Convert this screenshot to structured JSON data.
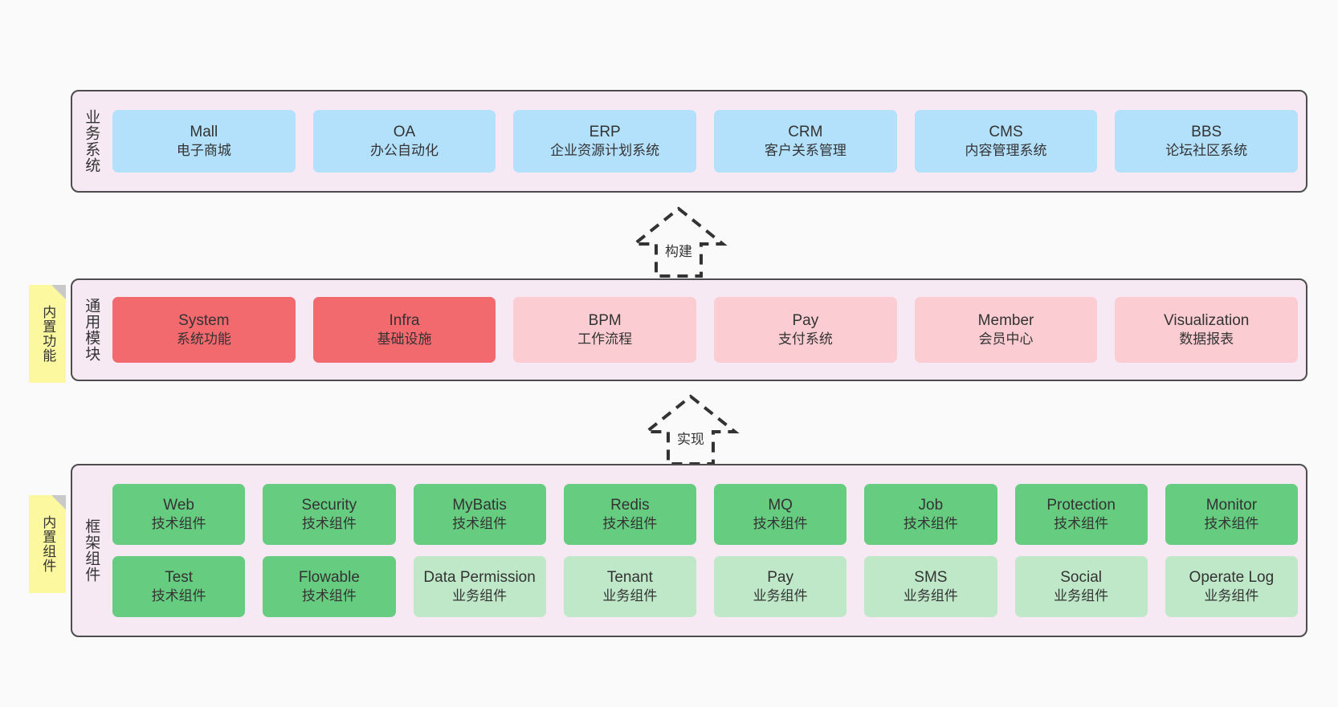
{
  "diagram": {
    "background": "#fafafa",
    "layer_fill": "#f7e9f3",
    "layer_border": "#4d4d4d",
    "note_fill": "#fbf8a0",
    "colors": {
      "business": "#b3e0fb",
      "module_core": "#f2696e",
      "module_optional": "#fbcdd2",
      "tech_component": "#66cc80",
      "biz_component": "#bfe8c9"
    }
  },
  "layers": [
    {
      "id": "business-systems",
      "title": "业务系统",
      "rows": [
        [
          {
            "title": "Mall",
            "sub": "电子商城",
            "color": "blue"
          },
          {
            "title": "OA",
            "sub": "办公自动化",
            "color": "blue"
          },
          {
            "title": "ERP",
            "sub": "企业资源计划系统",
            "color": "blue"
          },
          {
            "title": "CRM",
            "sub": "客户关系管理",
            "color": "blue"
          },
          {
            "title": "CMS",
            "sub": "内容管理系统",
            "color": "blue"
          },
          {
            "title": "BBS",
            "sub": "论坛社区系统",
            "color": "blue"
          }
        ]
      ]
    },
    {
      "id": "common-modules",
      "title": "通用模块",
      "note": "内置功能",
      "rows": [
        [
          {
            "title": "System",
            "sub": "系统功能",
            "color": "red"
          },
          {
            "title": "Infra",
            "sub": "基础设施",
            "color": "red"
          },
          {
            "title": "BPM",
            "sub": "工作流程",
            "color": "pink"
          },
          {
            "title": "Pay",
            "sub": "支付系统",
            "color": "pink"
          },
          {
            "title": "Member",
            "sub": "会员中心",
            "color": "pink"
          },
          {
            "title": "Visualization",
            "sub": "数据报表",
            "color": "pink"
          }
        ]
      ]
    },
    {
      "id": "framework-components",
      "title": "框架组件",
      "note": "内置组件",
      "rows": [
        [
          {
            "title": "Web",
            "sub": "技术组件",
            "color": "green"
          },
          {
            "title": "Security",
            "sub": "技术组件",
            "color": "green"
          },
          {
            "title": "MyBatis",
            "sub": "技术组件",
            "color": "green"
          },
          {
            "title": "Redis",
            "sub": "技术组件",
            "color": "green"
          },
          {
            "title": "MQ",
            "sub": "技术组件",
            "color": "green"
          },
          {
            "title": "Job",
            "sub": "技术组件",
            "color": "green"
          },
          {
            "title": "Protection",
            "sub": "技术组件",
            "color": "green"
          },
          {
            "title": "Monitor",
            "sub": "技术组件",
            "color": "green"
          }
        ],
        [
          {
            "title": "Test",
            "sub": "技术组件",
            "color": "green"
          },
          {
            "title": "Flowable",
            "sub": "技术组件",
            "color": "green"
          },
          {
            "title": "Data Permission",
            "sub": "业务组件",
            "color": "lightgreen"
          },
          {
            "title": "Tenant",
            "sub": "业务组件",
            "color": "lightgreen"
          },
          {
            "title": "Pay",
            "sub": "业务组件",
            "color": "lightgreen"
          },
          {
            "title": "SMS",
            "sub": "业务组件",
            "color": "lightgreen"
          },
          {
            "title": "Social",
            "sub": "业务组件",
            "color": "lightgreen"
          },
          {
            "title": "Operate Log",
            "sub": "业务组件",
            "color": "lightgreen"
          }
        ]
      ]
    }
  ],
  "connectors": [
    {
      "id": "build",
      "label": "构建"
    },
    {
      "id": "implement",
      "label": "实现"
    }
  ]
}
